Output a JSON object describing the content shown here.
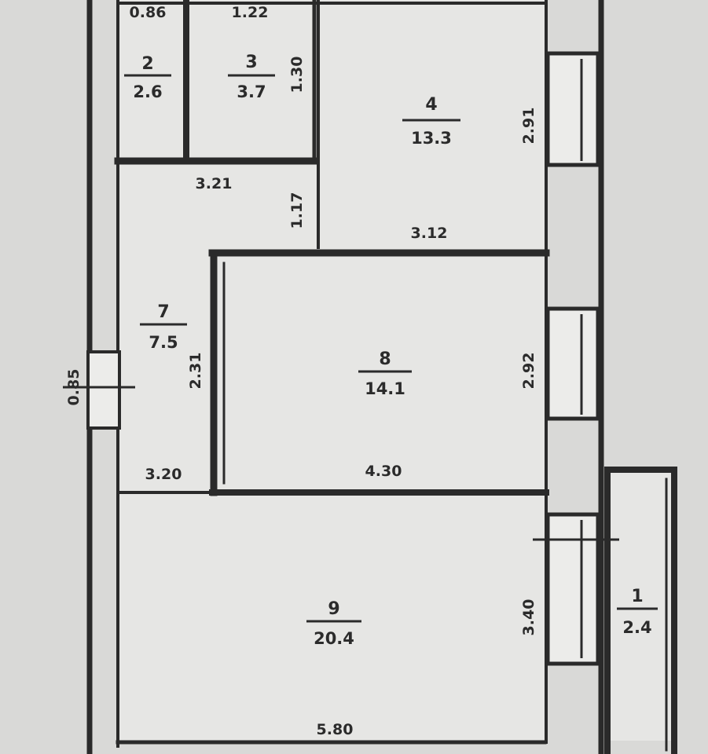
{
  "plan": {
    "rooms": [
      {
        "id": "room-2",
        "number": "2",
        "area": "2.6"
      },
      {
        "id": "room-3",
        "number": "3",
        "area": "3.7"
      },
      {
        "id": "room-4",
        "number": "4",
        "area": "13.3"
      },
      {
        "id": "room-7",
        "number": "7",
        "area": "7.5"
      },
      {
        "id": "room-8",
        "number": "8",
        "area": "14.1"
      },
      {
        "id": "room-9",
        "number": "9",
        "area": "20.4"
      },
      {
        "id": "room-1",
        "number": "1",
        "area": "2.4"
      }
    ],
    "dimensions": {
      "top_left": "0.86",
      "top_mid": "1.22",
      "room3_side": "1.30",
      "room4_side": "2.91",
      "hall_top": "3.21",
      "hall_side": "1.17",
      "room4_bottom": "3.12",
      "hall_mid_side": "2.31",
      "room8_side": "2.92",
      "hall_bottom": "3.20",
      "room8_bottom": "4.30",
      "door_side": "0.85",
      "room9_side": "3.40",
      "room9_bottom": "5.80"
    }
  }
}
